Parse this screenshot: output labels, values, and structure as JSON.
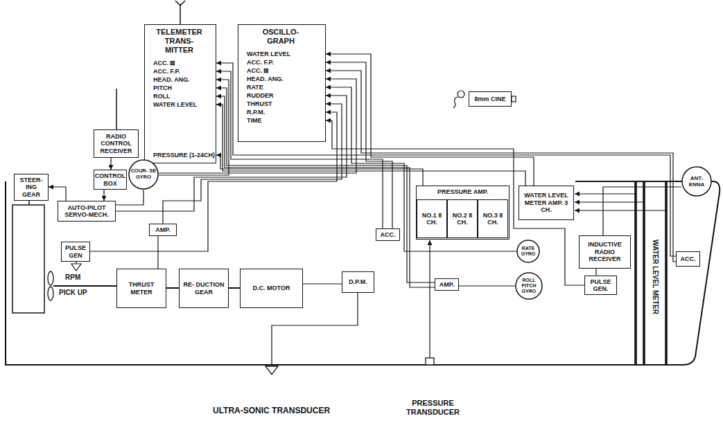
{
  "diagram": {
    "nodes": [
      {
        "text": [
          "TELEMETER TRANS- MITTER",
          "ACC. ⊠",
          "ACC. F.P.",
          "HEAD. ANG.",
          "PITCH",
          "ROLL",
          "WATER LEVEL",
          "PRESSURE (1-24CH)"
        ]
      },
      {
        "text": [
          "OSCILLO- GRAPH",
          "WATER LEVEL",
          "ACC. F.P.",
          "ACC. ⊠",
          "HEAD. ANG.",
          "RATE",
          "RUDDER",
          "THRUST",
          "R.P.M.",
          "TIME"
        ]
      },
      {
        "text": [
          "RADIO CONTROL RECEIVER"
        ]
      },
      {
        "text": [
          "CONTROL BOX"
        ]
      },
      {
        "text": [
          "COUR- SE GYRO"
        ]
      },
      {
        "text": [
          "STEER- ING GEAR"
        ]
      },
      {
        "text": [
          "AUTO-PILOT SERVO-MECH."
        ]
      },
      {
        "text": [
          "AMP."
        ]
      },
      {
        "text": [
          "PULSE GEN"
        ]
      },
      {
        "text": [
          "THRUST METER"
        ]
      },
      {
        "text": [
          "RE- DUCTION GEAR"
        ]
      },
      {
        "text": [
          "D.C. MOTOR"
        ]
      },
      {
        "text": [
          "D.P.M."
        ]
      },
      {
        "text": [
          "PRESSURE AMP."
        ]
      },
      {
        "text": [
          "NO.1 8 CH."
        ],
        "in": 13
      },
      {
        "text": [
          "NO.2 8 CH."
        ],
        "in": 13
      },
      {
        "text": [
          "NO.3 8 CH."
        ],
        "in": 13
      },
      {
        "text": [
          "WATER LEVEL METER AMP. 3 CH."
        ]
      },
      {
        "text": [
          "ACC."
        ]
      },
      {
        "text": [
          "RATE GYRO"
        ]
      },
      {
        "text": [
          "ROLL PITCH GYRO"
        ]
      },
      {
        "text": [
          "AMP."
        ]
      },
      {
        "text": [
          "INDUCTIVE RADIO RECEIVER"
        ]
      },
      {
        "text": [
          "PULSE GEN."
        ]
      },
      {
        "text": [
          "ANT- ENNA"
        ]
      },
      {
        "text": [
          "ACC."
        ]
      },
      {
        "text": [
          "8mm CINE"
        ]
      }
    ],
    "edges": [
      {
        "from": 2,
        "to": 3,
        "arrow": "to"
      },
      {
        "from": 3,
        "to": 6,
        "arrow": "to"
      },
      {
        "from": 4,
        "to": 6,
        "arrow": "none"
      },
      {
        "from": 6,
        "to": 5,
        "arrow": "to"
      },
      {
        "from": 4,
        "to": 0,
        "arrow": "to"
      },
      {
        "from": 4,
        "to": 1,
        "arrow": "to"
      },
      {
        "from": 6,
        "to": 1,
        "arrow": "to"
      },
      {
        "from": 9,
        "to": 7,
        "arrow": "none"
      },
      {
        "from": 7,
        "to": 1,
        "arrow": "to"
      },
      {
        "from": 8,
        "to": 1,
        "arrow": "to"
      },
      {
        "from": 12,
        "to": 11,
        "arrow": "none"
      },
      {
        "from": 18,
        "to": 0,
        "arrow": "to"
      },
      {
        "from": 18,
        "to": 1,
        "arrow": "to"
      },
      {
        "from": 19,
        "to": 1,
        "arrow": "to"
      },
      {
        "from": 20,
        "to": 21,
        "arrow": "none"
      },
      {
        "from": 21,
        "to": 0,
        "arrow": "to"
      },
      {
        "from": 21,
        "to": 0,
        "arrow": "to"
      },
      {
        "from": 13,
        "to": 0,
        "arrow": "to"
      },
      {
        "from": 17,
        "to": 0,
        "arrow": "to"
      },
      {
        "from": 17,
        "to": 1,
        "arrow": "to"
      },
      {
        "from": 25,
        "to": 0,
        "arrow": "to"
      },
      {
        "from": 25,
        "to": 1,
        "arrow": "to"
      },
      {
        "from": 24,
        "to": 22,
        "arrow": "none"
      },
      {
        "from": 22,
        "to": 23,
        "arrow": "none"
      },
      {
        "from": 23,
        "to": 1,
        "arrow": "to"
      }
    ],
    "labels": [
      "RPM",
      "PICK UP",
      "ULTRA-SONIC TRANSDUCER",
      "PRESSURE TRANSDUCER",
      "WATER LEVEL METER"
    ]
  }
}
